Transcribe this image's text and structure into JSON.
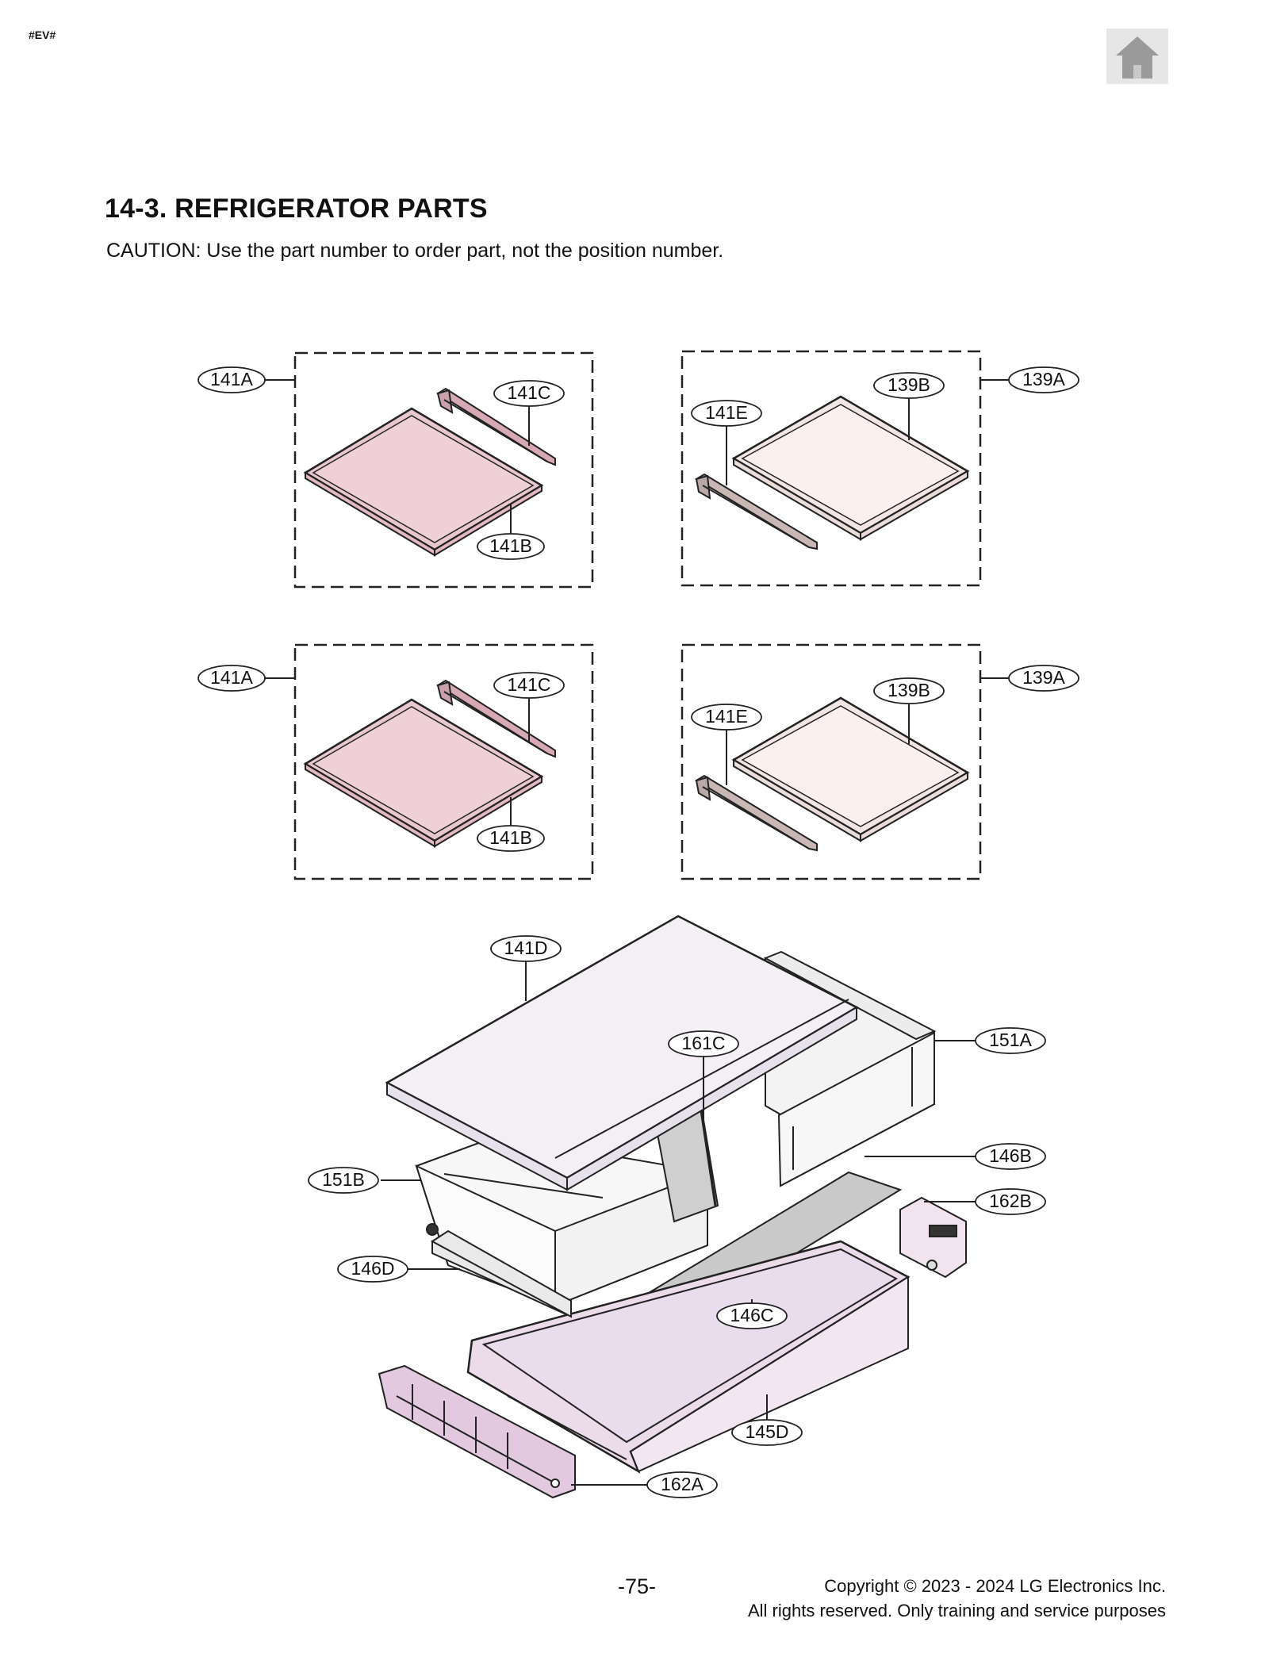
{
  "header": {
    "tag": "#EV#",
    "home_icon": "home-icon"
  },
  "section": {
    "title": "14-3. REFRIGERATOR PARTS",
    "caution": "CAUTION: Use the part number to order part, not the position number."
  },
  "callouts": {
    "top_left_frame": "141A",
    "top_left_bracket": "141C",
    "top_left_shelf": "141B",
    "top_right_frame": "139A",
    "top_right_shelf": "139B",
    "top_right_bracket": "141E",
    "mid_left_frame": "141A",
    "mid_left_bracket": "141C",
    "mid_left_shelf": "141B",
    "mid_right_frame": "139A",
    "mid_right_shelf": "139B",
    "mid_right_bracket": "141E",
    "crisper_cover": "141D",
    "crisper_divider": "161C",
    "right_drawer": "151A",
    "left_drawer": "151B",
    "right_rail": "146B",
    "right_bracket": "162B",
    "left_rail": "146D",
    "center_cover": "146C",
    "bottom_drawer": "145D",
    "front_bracket": "162A"
  },
  "colors": {
    "pink_glass": "#efd0d8",
    "cream_glass": "#faf1ee",
    "lavender": "#e8dced",
    "grey_cover": "#c9c9c9",
    "drawer_white": "#f7f7f7"
  },
  "footer": {
    "page_number": "-75-",
    "copyright_line1": "Copyright © 2023 - 2024 LG Electronics Inc.",
    "copyright_line2": "All rights reserved. Only training and service purposes"
  }
}
